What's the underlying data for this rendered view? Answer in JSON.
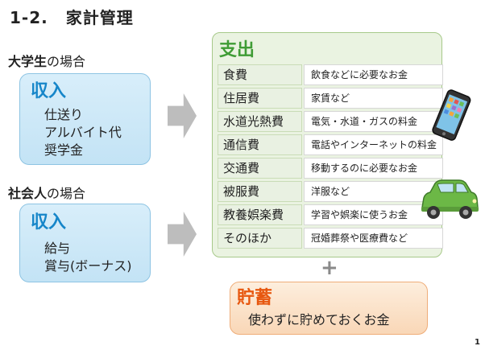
{
  "title": {
    "number": "1-2.",
    "text": "家計管理"
  },
  "student_case": {
    "label_bold": "大学生",
    "label_rest": "の場合",
    "box_title": "収入",
    "items": [
      "仕送り",
      "アルバイト代",
      "奨学金"
    ]
  },
  "worker_case": {
    "label_bold": "社会人",
    "label_rest": "の場合",
    "box_title": "収入",
    "items": [
      "給与",
      "賞与(ボーナス)"
    ]
  },
  "expenses": {
    "title": "支出",
    "rows": [
      {
        "name": "食費",
        "desc": "飲食などに必要なお金"
      },
      {
        "name": "住居費",
        "desc": "家賃など"
      },
      {
        "name": "水道光熱費",
        "desc": "電気・水道・ガスの料金"
      },
      {
        "name": "通信費",
        "desc": "電話やインターネットの料金"
      },
      {
        "name": "交通費",
        "desc": "移動するのに必要なお金"
      },
      {
        "name": "被服費",
        "desc": "洋服など"
      },
      {
        "name": "教養娯楽費",
        "desc": "学習や娯楽に使うお金"
      },
      {
        "name": "そのほか",
        "desc": "冠婚葬祭や医療費など"
      }
    ]
  },
  "plus_sign": "+",
  "savings": {
    "title": "貯蓄",
    "desc": "使わずに貯めておくお金"
  },
  "page_number": "1",
  "colors": {
    "income_accent": "#1686c9",
    "expense_accent": "#3f9c35",
    "savings_accent": "#e7570f"
  },
  "illustrations": [
    "smartphone-icon",
    "car-icon"
  ]
}
